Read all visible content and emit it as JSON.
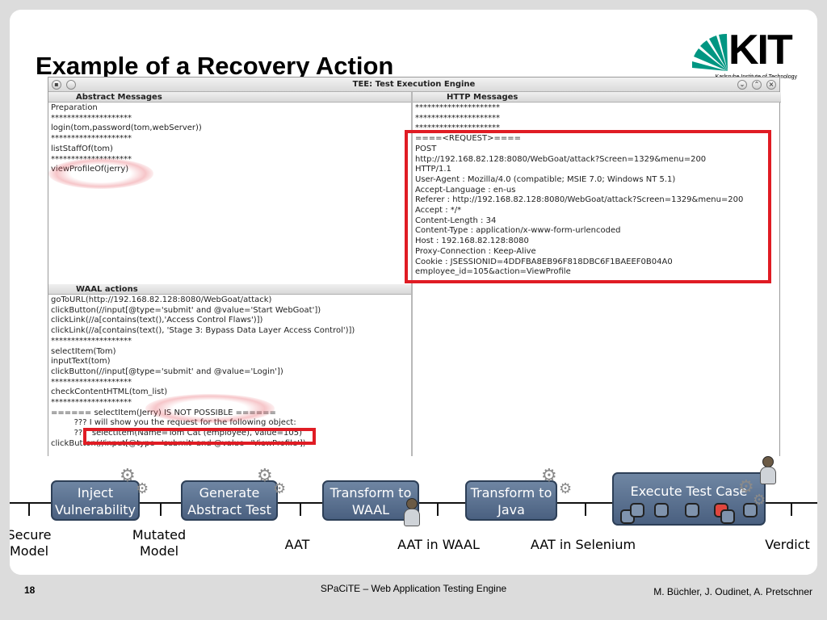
{
  "slide": {
    "title": "Example of a Recovery Action",
    "logo_text": "KIT",
    "logo_subtitle": "Karlsruhe Institute of Technology"
  },
  "window": {
    "title": "TEE: Test Execution Engine",
    "abstract_header": "Abstract Messages",
    "http_header": "HTTP Messages",
    "waal_header": "WAAL actions"
  },
  "abstract_lines": [
    "Preparation",
    "********************",
    "login(tom,password(tom,webServer))",
    "********************",
    "listStaffOf(tom)",
    "********************",
    "viewProfileOf(jerry)"
  ],
  "http_lines": [
    "*********************",
    "*********************",
    "*********************",
    "====<REQUEST>====",
    "POST",
    "http://192.168.82.128:8080/WebGoat/attack?Screen=1329&menu=200",
    "HTTP/1.1",
    "User-Agent : Mozilla/4.0 (compatible; MSIE 7.0; Windows NT 5.1)",
    "Accept-Language : en-us",
    "Referer : http://192.168.82.128:8080/WebGoat/attack?Screen=1329&menu=200",
    "Accept : */*",
    "Content-Length : 34",
    "Content-Type : application/x-www-form-urlencoded",
    "Host : 192.168.82.128:8080",
    "Proxy-Connection : Keep-Alive",
    "Cookie : JSESSIONID=4DDFBA8EB96F818DBC6F1BAEEF0B04A0",
    "employee_id=105&action=ViewProfile"
  ],
  "waal_lines": [
    "goToURL(http://192.168.82.128:8080/WebGoat/attack)",
    "clickButton(//input[@type='submit' and @value='Start WebGoat'])",
    "clickLink(//a[contains(text(),'Access Control Flaws')])",
    "clickLink(//a[contains(text(), 'Stage 3: Bypass Data Layer Access Control')])",
    "********************",
    "selectItem(Tom)",
    "inputText(tom)",
    "clickButton(//input[@type='submit' and @value='Login'])",
    "********************",
    "checkContentHTML(tom_list)",
    "********************",
    "====== selectItem(Jerry) IS NOT POSSIBLE ======",
    "         ??? I will show you the request for the following object:",
    "         ???  selectItem(Name=Tom Cat (employee), value=105)",
    "clickButton(//input[@type='submit' and @value='ViewProfile'])"
  ],
  "process": {
    "steps": [
      {
        "label_line1": "Inject",
        "label_line2": "Vulnerability"
      },
      {
        "label_line1": "Generate",
        "label_line2": "Abstract Test"
      },
      {
        "label_line1": "Transform to",
        "label_line2": "WAAL"
      },
      {
        "label_line1": "Transform to",
        "label_line2": "Java"
      },
      {
        "label_line1": "Execute Test Case",
        "label_line2": ""
      }
    ],
    "artifacts": {
      "secure_line1": "Secure",
      "secure_line2": "Model",
      "mutated_line1": "Mutated",
      "mutated_line2": "Model",
      "aat": "AAT",
      "aat_waal": "AAT in WAAL",
      "aat_selenium": "AAT in Selenium",
      "verdict": "Verdict"
    }
  },
  "footer": {
    "page": "18",
    "center": "SPaCiTE – Web Application Testing Engine",
    "authors": "M. Büchler, J. Oudinet, A. Pretschner"
  },
  "colors": {
    "highlight": "#e01c24",
    "step_box": "#5a6f8c",
    "failed_state": "#e0463e"
  }
}
